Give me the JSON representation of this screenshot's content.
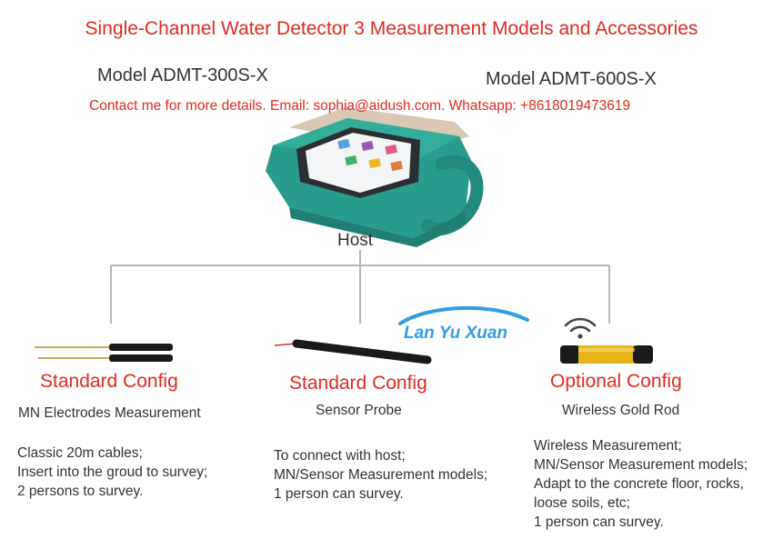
{
  "title": "Single-Channel Water Detector 3 Measurement Models and Accessories",
  "models": {
    "left": "Model ADMT-300S-X",
    "right": "Model ADMT-600S-X"
  },
  "contact": "Contact me for more details. Email: sophia@aidush.com.  Whatsapp: +8618019473619",
  "host": {
    "label": "Host"
  },
  "watermark": "Lan Yu Xuan",
  "configs": [
    {
      "title": "Standard Config",
      "subtitle": "MN Electrodes Measurement",
      "lines": [
        "Classic 20m cables;",
        "Insert into the groud to survey;",
        "2 persons to survey."
      ]
    },
    {
      "title": "Standard Config",
      "subtitle": "Sensor Probe",
      "lines": [
        "To connect with host;",
        "MN/Sensor Measurement models;",
        "1 person can survey."
      ]
    },
    {
      "title": "Optional Config",
      "subtitle": "Wireless Gold Rod",
      "lines": [
        "Wireless Measurement;",
        "MN/Sensor Measurement models;",
        "Adapt to the concrete floor, rocks,",
        "loose soils, etc;",
        "1 person can survey."
      ]
    }
  ],
  "colors": {
    "accent_red": "#e02b20",
    "device_teal": "#2a9c8c",
    "connector_gray": "#b8b8b8",
    "rod_gold": "#e8b41e",
    "watermark_blue": "#2f9fe0"
  }
}
